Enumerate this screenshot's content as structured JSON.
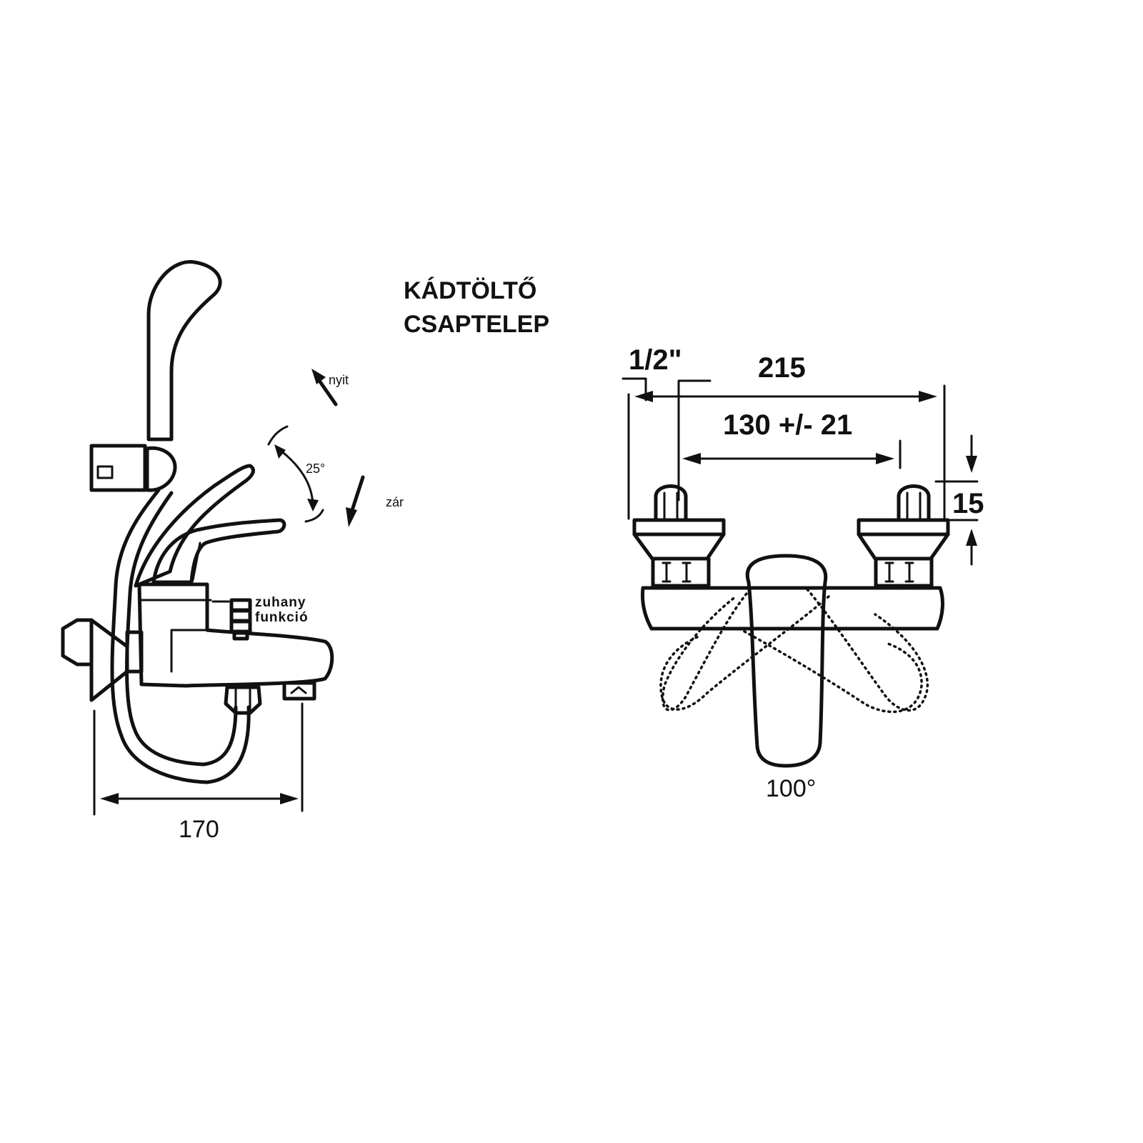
{
  "title": {
    "line1": "KÁDTÖLTŐ",
    "line2": "CSAPTELEP"
  },
  "side_view": {
    "open_label": "nyit",
    "close_label": "zár",
    "angle_label": "25°",
    "shower_label_1": "zuhany",
    "shower_label_2": "funkció",
    "width_label": "170"
  },
  "front_view": {
    "thread_label": "1/2\"",
    "overall_width_label": "215",
    "spacing_label": "130 +/- 21",
    "offset_label": "15",
    "rotation_label": "100°"
  }
}
